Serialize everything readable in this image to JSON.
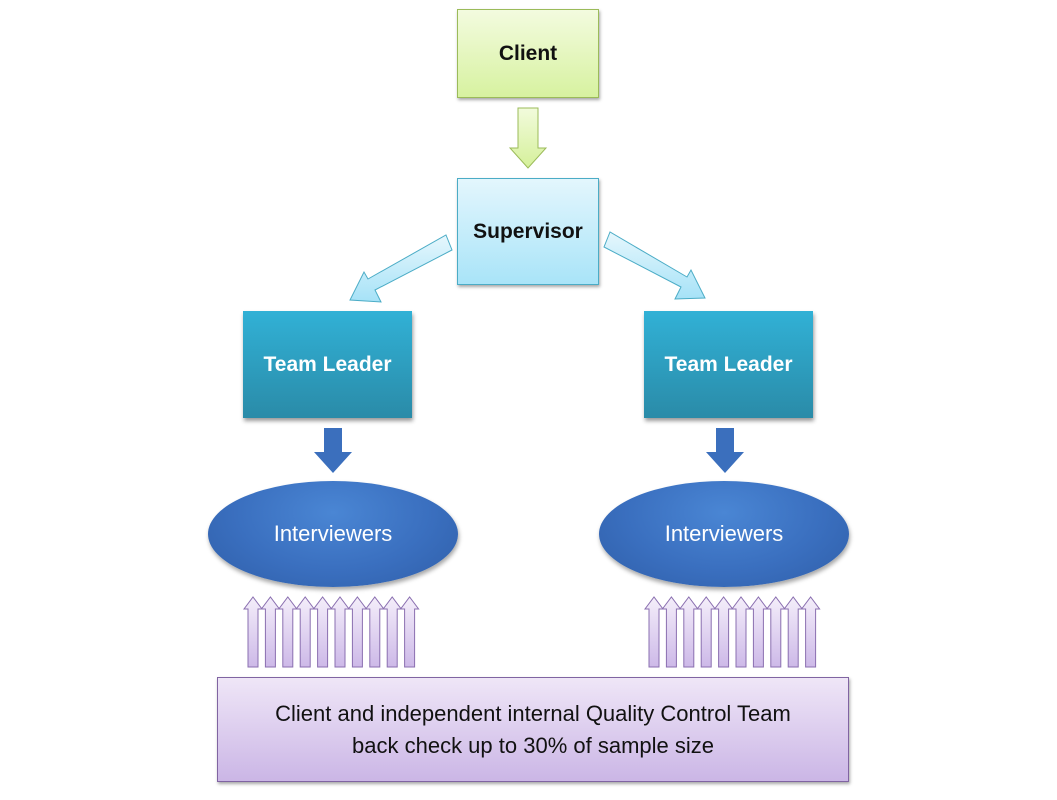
{
  "diagram": {
    "type": "organization-flow",
    "nodes": {
      "client": "Client",
      "supervisor": "Supervisor",
      "team_leader_left": "Team Leader",
      "team_leader_right": "Team Leader",
      "interviewers_left": "Interviewers",
      "interviewers_right": "Interviewers",
      "quality_control_line1": "Client and independent internal Quality Control Team",
      "quality_control_line2": "back check up to 30% of sample size"
    },
    "edges": [
      {
        "from": "Client",
        "to": "Supervisor"
      },
      {
        "from": "Supervisor",
        "to": "Team Leader (left)"
      },
      {
        "from": "Supervisor",
        "to": "Team Leader (right)"
      },
      {
        "from": "Team Leader (left)",
        "to": "Interviewers (left)"
      },
      {
        "from": "Team Leader (right)",
        "to": "Interviewers (right)"
      },
      {
        "from": "Quality Control Team",
        "to": "Interviewers (left)",
        "arrow_count": 10
      },
      {
        "from": "Quality Control Team",
        "to": "Interviewers (right)",
        "arrow_count": 10
      }
    ],
    "colors": {
      "client": "#d7f2a0",
      "supervisor": "#a9e4f8",
      "team_leader": "#2f9cbf",
      "interviewers": "#3a6fbf",
      "quality_control": "#cbb6e6"
    }
  }
}
